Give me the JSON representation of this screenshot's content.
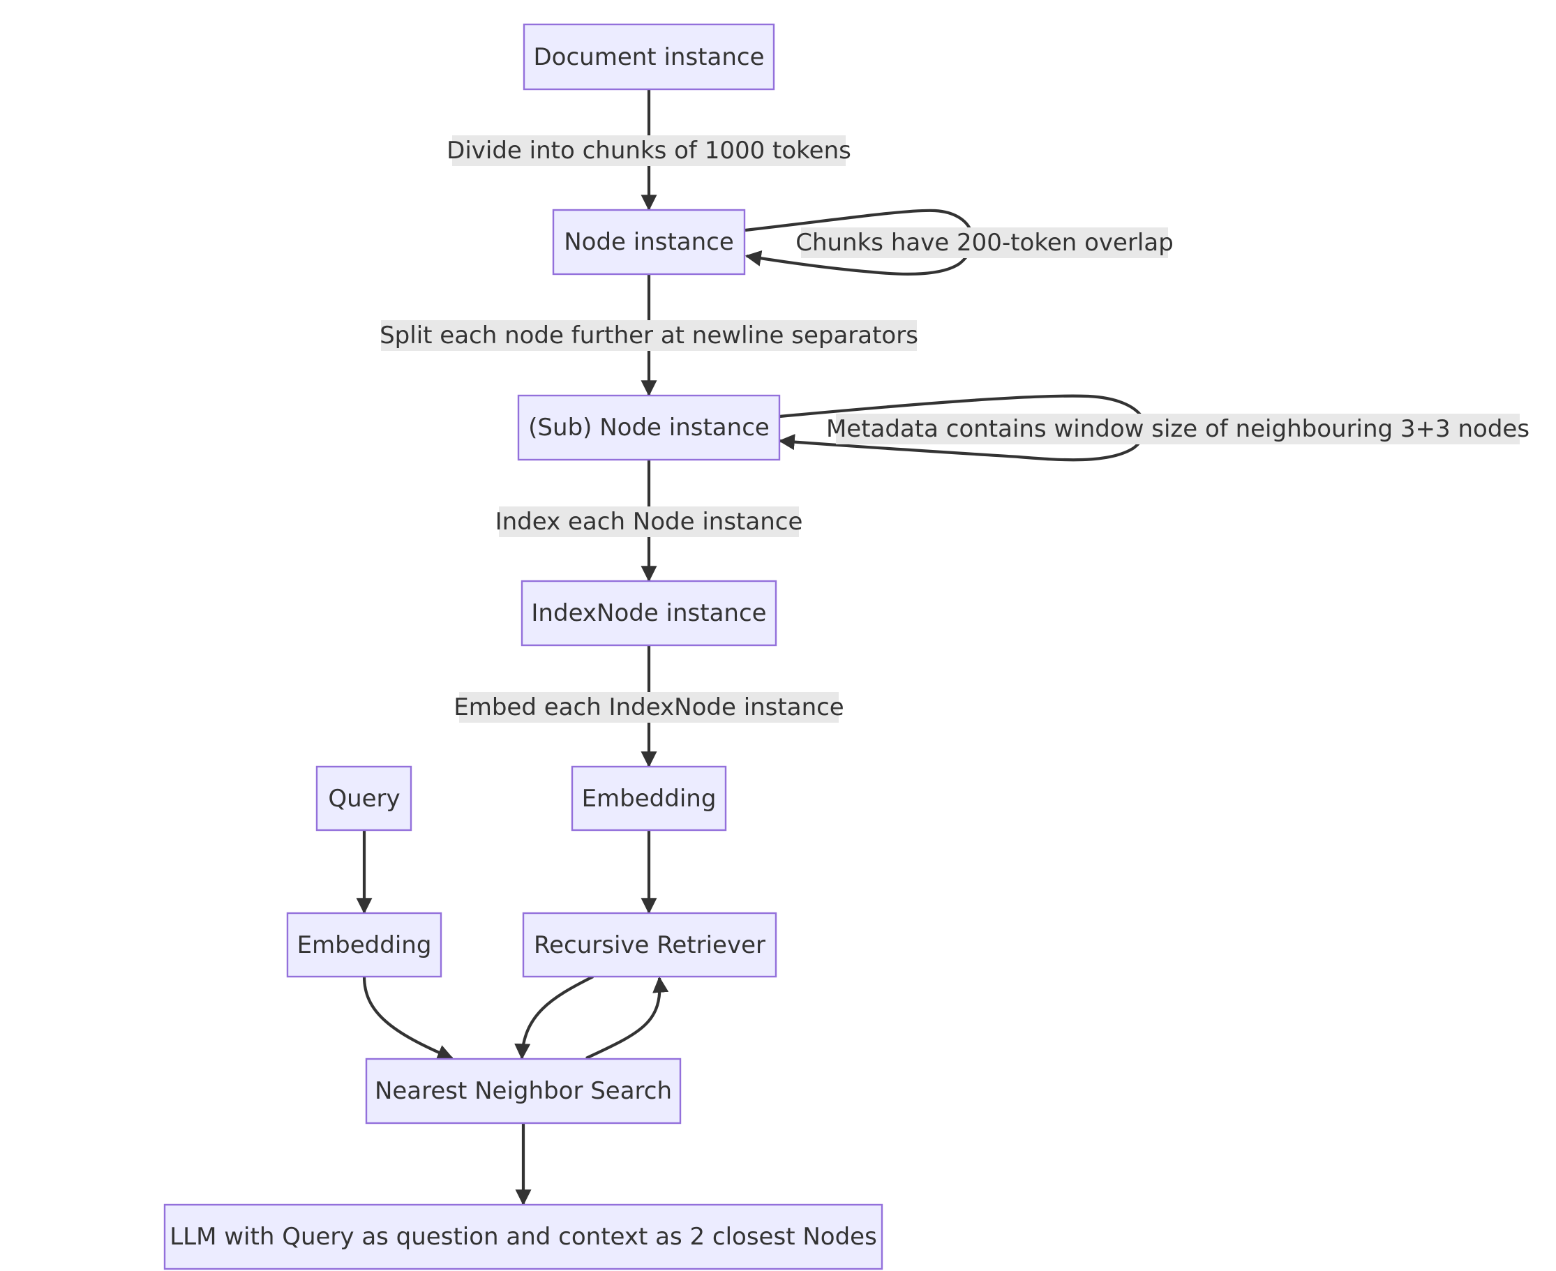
{
  "nodes": {
    "document": "Document instance",
    "node": "Node instance",
    "subnode": "(Sub) Node instance",
    "indexnode": "IndexNode instance",
    "embedding_right": "Embedding",
    "query": "Query",
    "embedding_left": "Embedding",
    "retriever": "Recursive Retriever",
    "nns": "Nearest Neighbor Search",
    "llm": "LLM with Query as question and context as 2 closest Nodes"
  },
  "edges": {
    "divide": "Divide into chunks of 1000 tokens",
    "overlap": "Chunks have 200-token overlap",
    "split": "Split each node further at newline separators",
    "metadata": "Metadata contains window size of neighbouring 3+3 nodes",
    "index": "Index each Node instance",
    "embed": "Embed each IndexNode instance"
  },
  "colors": {
    "node_fill": "#ececff",
    "node_stroke": "#9370db",
    "edge": "#333333",
    "label_bg": "#e8e8e8"
  }
}
